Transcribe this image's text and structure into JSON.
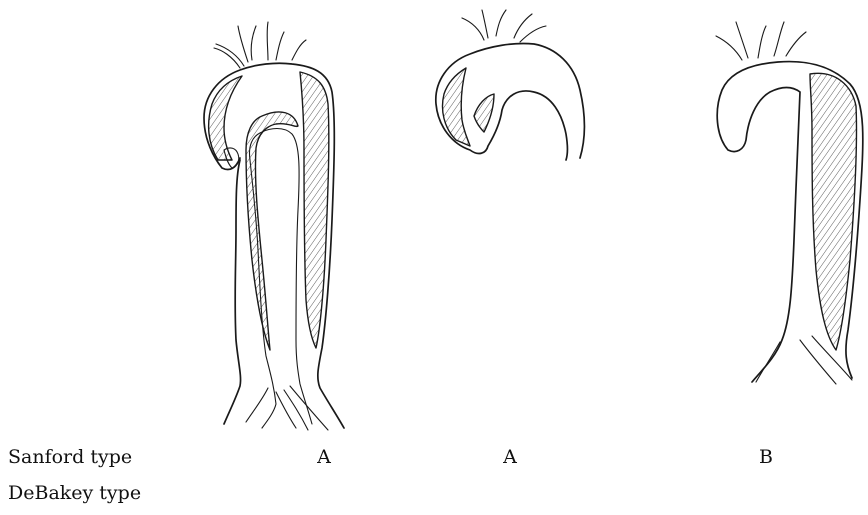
{
  "labels": {
    "row1": "Sanford type",
    "row2": "DeBakey type"
  },
  "sanford_types": [
    "A",
    "A",
    "B"
  ],
  "debakey_types": [
    "",
    "",
    ""
  ]
}
